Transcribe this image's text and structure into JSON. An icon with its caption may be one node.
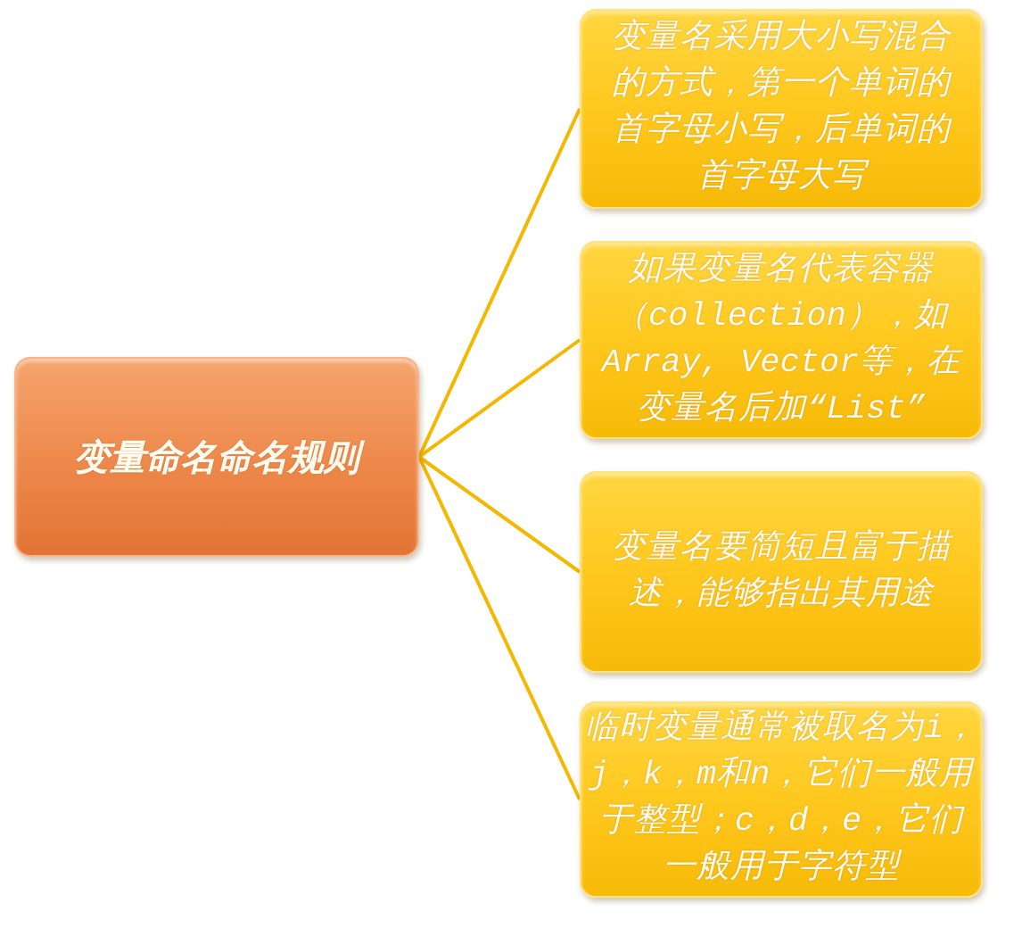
{
  "diagram": {
    "nodes": [
      {
        "text": [
          "变量命名命名规则"
        ]
      },
      {
        "text": [
          "变量名采用大小写混合的方式，第一个单词的首字母小写，后单词的首字母大写"
        ]
      },
      {
        "text": [
          "如果变量名代表容器（collection），如Array, Vector等，在变量名后加“List”"
        ]
      },
      {
        "text": [
          "变量名要简短且富于描述，能够指出其用途"
        ]
      },
      {
        "text": [
          "临时变量通常被取名为i，j，k，m和n，它们一般用于整型；c，d，e，它们一般用于字符型"
        ]
      }
    ],
    "edges": [
      {
        "from": 0,
        "to": 1,
        "arrow": "none"
      },
      {
        "from": 0,
        "to": 2,
        "arrow": "none"
      },
      {
        "from": 0,
        "to": 3,
        "arrow": "none"
      },
      {
        "from": 0,
        "to": 4,
        "arrow": "none"
      }
    ]
  }
}
